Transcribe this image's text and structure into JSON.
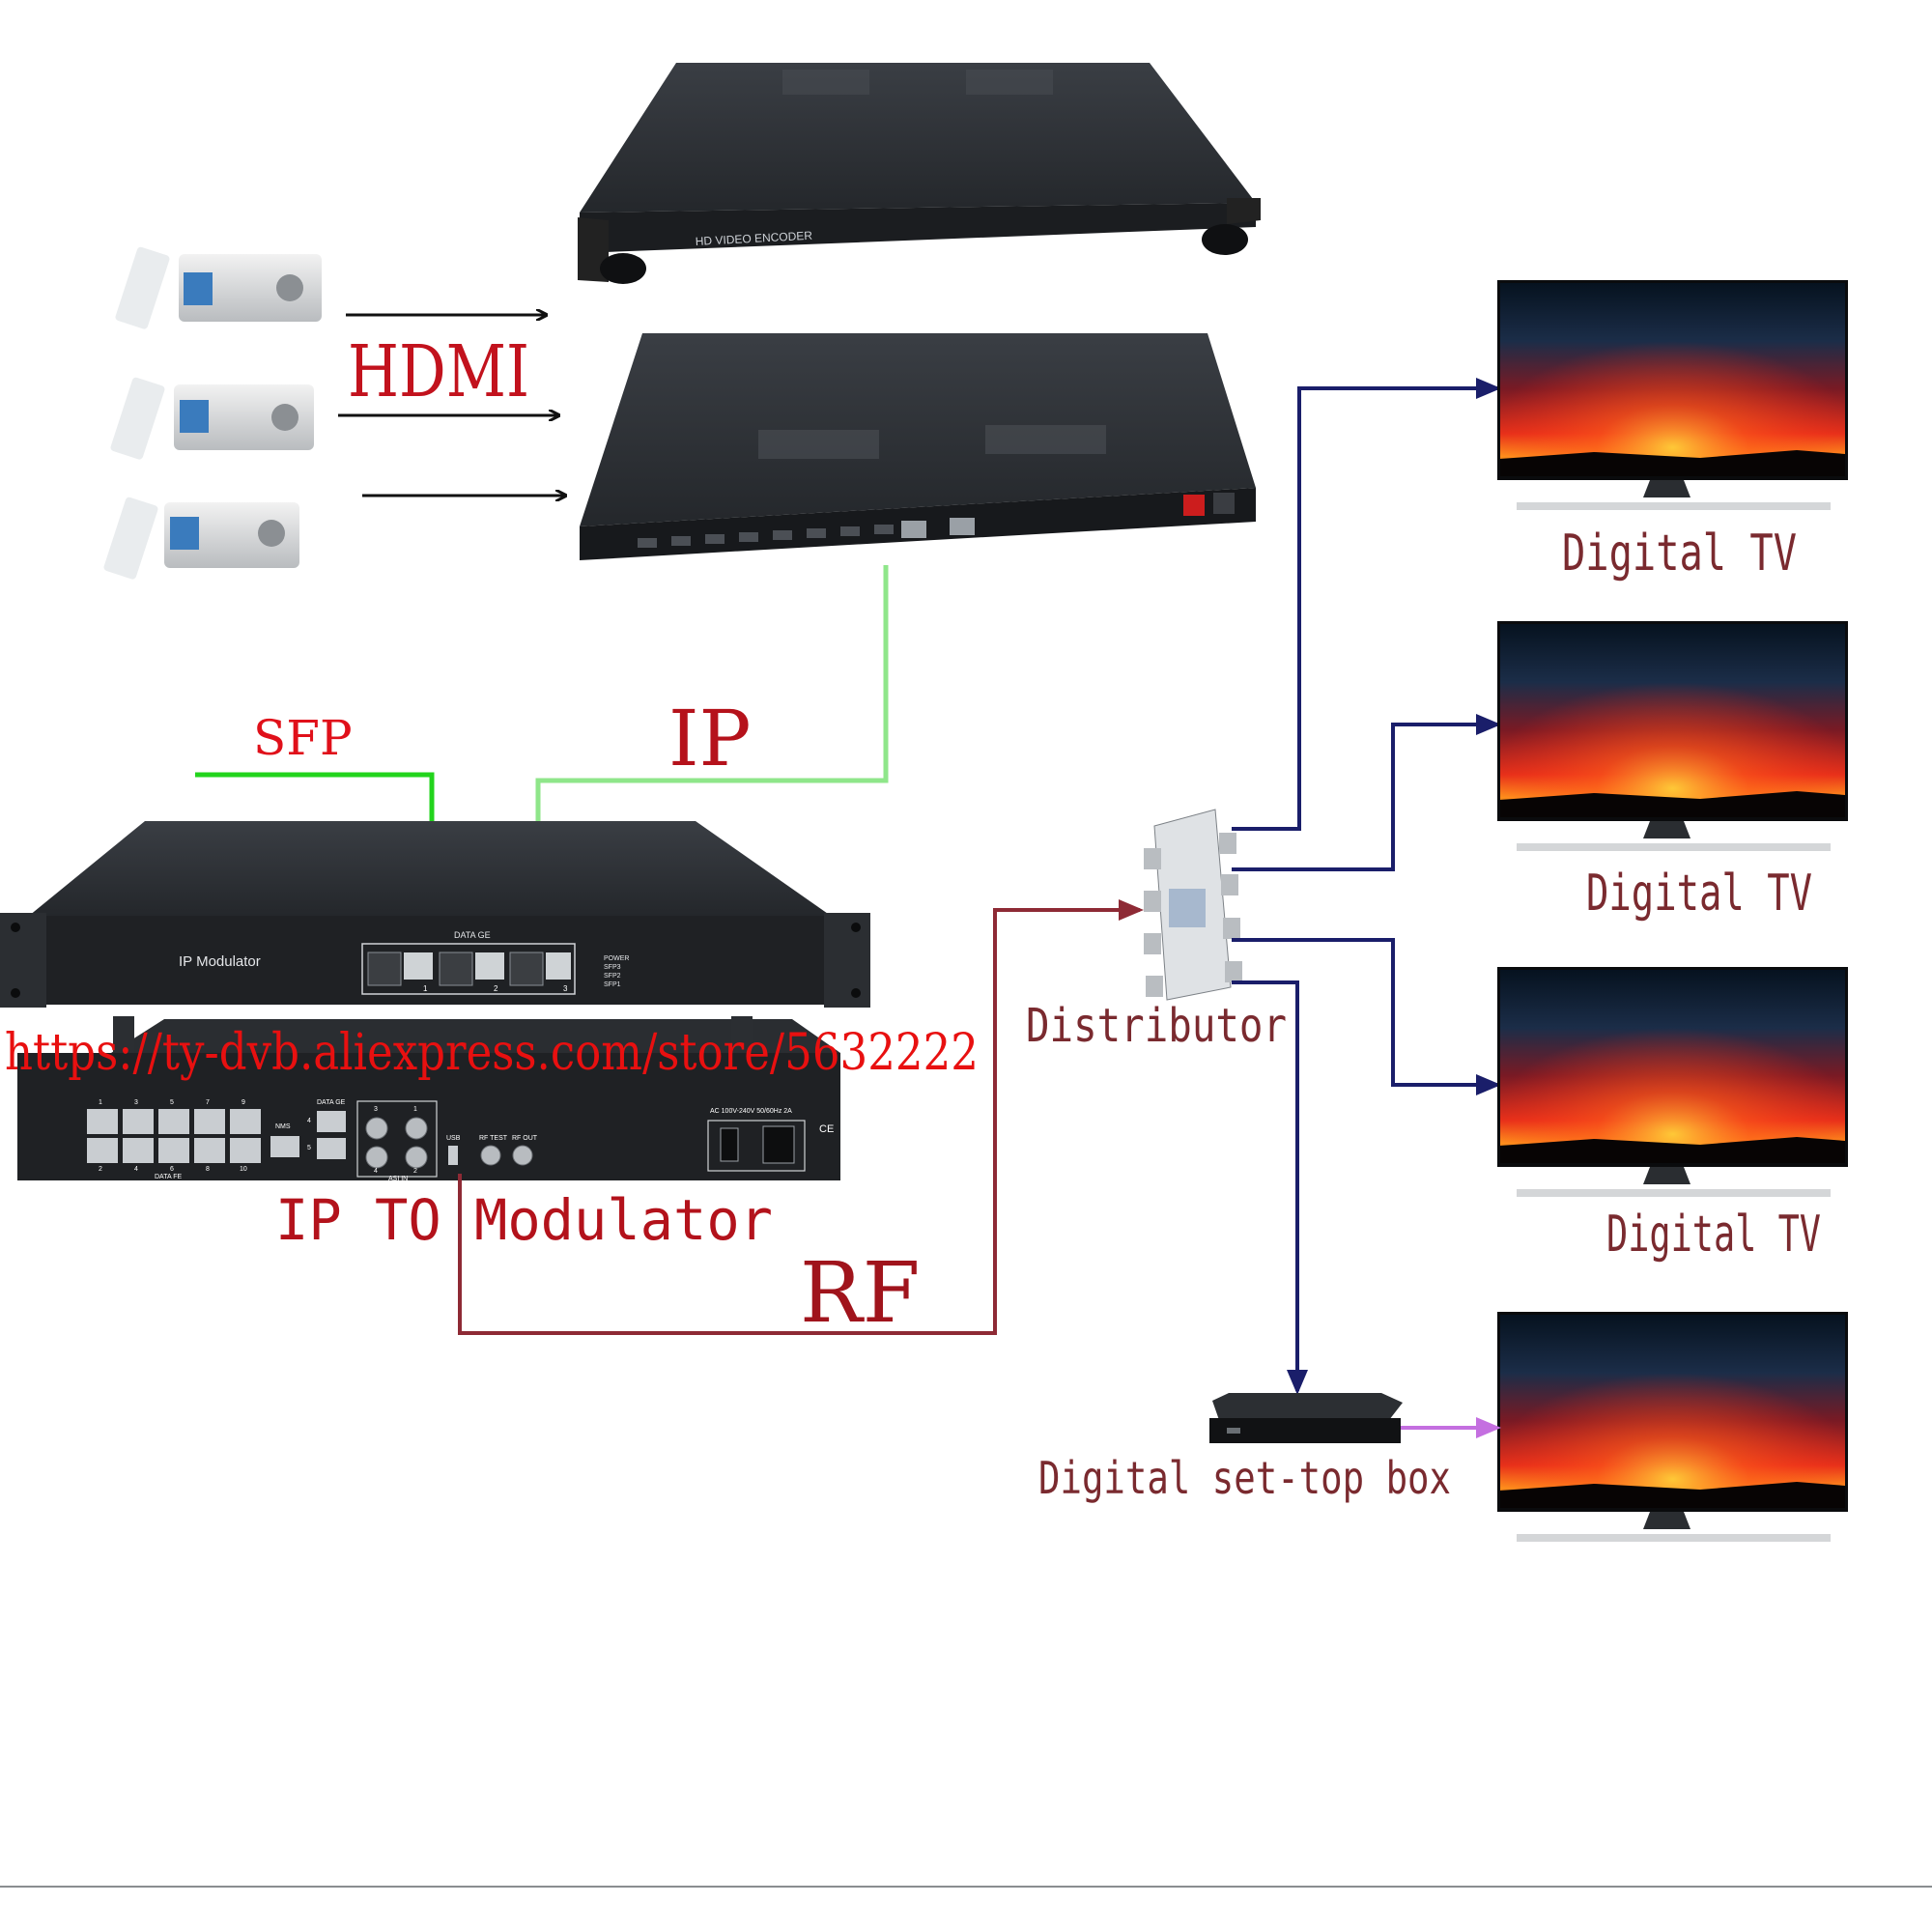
{
  "labels": {
    "hdmi": "HDMI",
    "ip": "IP",
    "sfp": "SFP",
    "rf": "RF",
    "ip_to_modulator": "IP TO Modulator",
    "store_url": "https://ty-dvb.aliexpress.com/store/5632222",
    "distributor": "Distributor",
    "set_top_box": "Digital set-top box",
    "tv_labels": [
      "Digital TV",
      "Digital TV",
      "Digital TV"
    ]
  },
  "encoder": {
    "face_text": "HD VIDEO ENCODER"
  },
  "ip_modulator": {
    "name": "IP Modulator",
    "port_group": "DATA GE",
    "port_numbers": [
      "1",
      "2",
      "3"
    ],
    "leds": [
      "POWER",
      "SFP3",
      "SFP2",
      "SFP1"
    ]
  },
  "rear_panel": {
    "fe_top_numbers": [
      "1",
      "3",
      "5",
      "7",
      "9"
    ],
    "fe_bottom_numbers": [
      "2",
      "4",
      "6",
      "8",
      "10"
    ],
    "fe_label": "DATA FE",
    "nms_label": "NMS",
    "ge_label": "DATA GE",
    "ge_numbers": [
      "4",
      "5"
    ],
    "asi_numbers": [
      "3",
      "1",
      "4",
      "2"
    ],
    "asi_label": "ASI IN",
    "usb_label": "USB",
    "rf_test_label": "RF TEST",
    "rf_out_label": "RF OUT",
    "power_label": "AC 100V-240V 50/60Hz 2A",
    "ce_mark": "CE"
  },
  "colors": {
    "device_dark": "#1f2124",
    "hdmi_text": "#c2121d",
    "ip_text": "#b5121b",
    "sfp_text": "#e0101a",
    "url_text": "#e81010",
    "rf_text": "#a0141c",
    "modulator_text": "#b3121b",
    "caption_text": "#7a2a2f",
    "green_link": "#22d41c",
    "ip_link": "#8fe68a",
    "rf_link": "#8e2a35",
    "navy_link": "#1a1e6a",
    "pink_link": "#c46fe0"
  }
}
